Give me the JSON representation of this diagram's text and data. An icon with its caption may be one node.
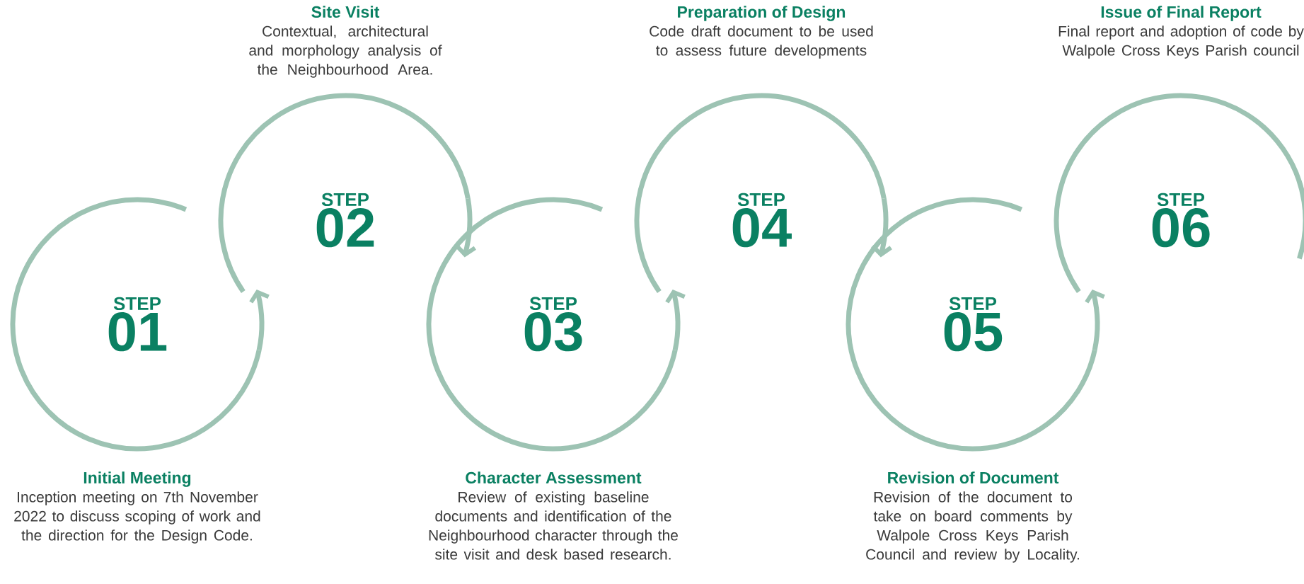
{
  "diagram": {
    "nodes": [
      {
        "text": [
          "STEP",
          "01"
        ],
        "beside": [
          "Initial Meeting",
          "Inception meeting on 7th November 2022 to discuss scoping of work and the direction for the Design Code."
        ]
      },
      {
        "text": [
          "STEP",
          "02"
        ],
        "beside": [
          "Site Visit",
          "Contextual, architectural and morphology analysis of the Neighbourhood Area."
        ]
      },
      {
        "text": [
          "STEP",
          "03"
        ],
        "beside": [
          "Character Assessment",
          "Review of existing baseline documents and identification of the Neighbourhood character through the site visit and desk based research."
        ]
      },
      {
        "text": [
          "STEP",
          "04"
        ],
        "beside": [
          "Preparation of Design",
          "Code draft document to be used to assess future developments"
        ]
      },
      {
        "text": [
          "STEP",
          "05"
        ],
        "beside": [
          "Revision of Document",
          "Revision of the document to take on board comments by Walpole Cross Keys Parish Council and review by Locality."
        ]
      },
      {
        "text": [
          "STEP",
          "06"
        ],
        "beside": [
          "Issue of Final Report",
          "Final report and adoption of code by Walpole Cross Keys Parish council"
        ]
      }
    ],
    "edges": [
      {
        "from": 0,
        "to": 1,
        "arrow": "to"
      },
      {
        "from": 1,
        "to": 2,
        "arrow": "to"
      },
      {
        "from": 2,
        "to": 3,
        "arrow": "to"
      },
      {
        "from": 3,
        "to": 4,
        "arrow": "to"
      },
      {
        "from": 4,
        "to": 5,
        "arrow": "to"
      }
    ]
  }
}
